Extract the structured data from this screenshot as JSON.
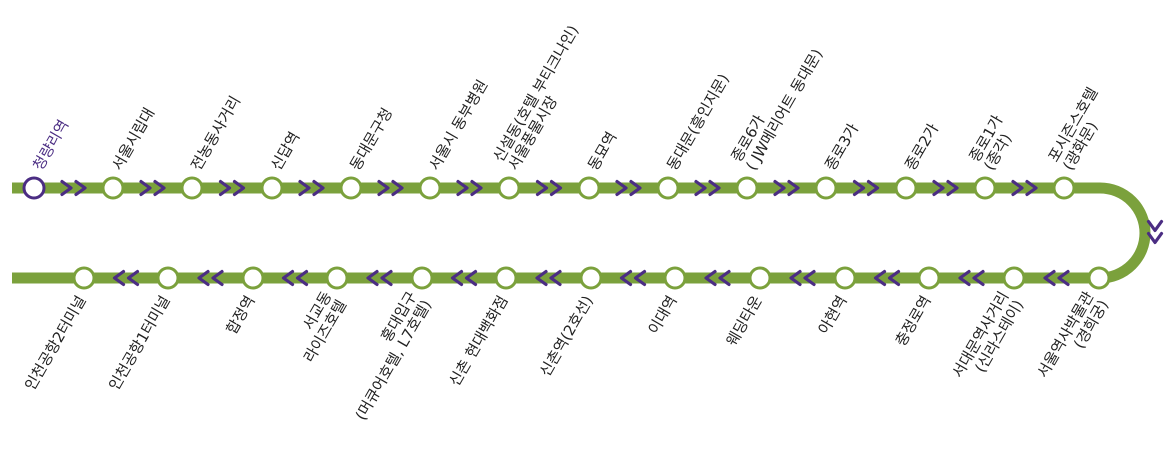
{
  "colors": {
    "line": "#7ba13c",
    "arrow": "#4b2d83",
    "current_station": "#4b2d83",
    "station_fill": "#ffffff",
    "label": "#222222"
  },
  "icons": {
    "direction_arrow": "chevron-right-icon",
    "turn_arrow": "chevron-down-icon",
    "return_arrow": "chevron-left-icon"
  },
  "route": {
    "top_row": [
      {
        "lines": [
          "청량리역"
        ],
        "current": true
      },
      {
        "lines": [
          "서울시립대"
        ]
      },
      {
        "lines": [
          "전농동사거리"
        ]
      },
      {
        "lines": [
          "신답역"
        ]
      },
      {
        "lines": [
          "동대문구청"
        ]
      },
      {
        "lines": [
          "서울시 동부병원"
        ]
      },
      {
        "lines": [
          "신설동(호텔 부티크나인)",
          "서울풍물시장"
        ]
      },
      {
        "lines": [
          "동묘역"
        ]
      },
      {
        "lines": [
          "동대문(흥인지문)"
        ]
      },
      {
        "lines": [
          "종로6가",
          "( JW메리어트 동대문)"
        ]
      },
      {
        "lines": [
          "종로3가"
        ]
      },
      {
        "lines": [
          "종로2가"
        ]
      },
      {
        "lines": [
          "종로1가",
          "(종각)"
        ]
      },
      {
        "lines": [
          "포시즌스호텔",
          "(광화문)"
        ]
      }
    ],
    "bottom_row": [
      {
        "lines": [
          "인천공항2터미널"
        ]
      },
      {
        "lines": [
          "인천공항1터미널"
        ]
      },
      {
        "lines": [
          "합정역"
        ]
      },
      {
        "lines": [
          "서교동",
          "라이즈호텔"
        ]
      },
      {
        "lines": [
          "홍대입구",
          "(머큐어호텔, L7호텔)"
        ]
      },
      {
        "lines": [
          "신촌 현대백화점"
        ]
      },
      {
        "lines": [
          "신촌역(2호선)"
        ]
      },
      {
        "lines": [
          "이대역"
        ]
      },
      {
        "lines": [
          "웨딩타운"
        ]
      },
      {
        "lines": [
          "아현역"
        ]
      },
      {
        "lines": [
          "충정로역"
        ]
      },
      {
        "lines": [
          "서대문역사거리",
          "(신라스테이)"
        ]
      },
      {
        "lines": [
          "서울역사박물관",
          "(경희궁)"
        ]
      }
    ]
  }
}
